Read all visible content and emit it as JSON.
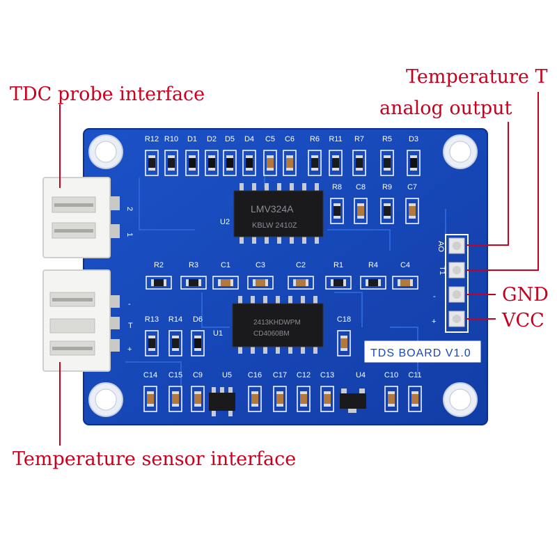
{
  "callouts": {
    "tdc_probe": "TDC probe interface",
    "temp_sensor": "Temperature sensor interface",
    "temp_out_line1": "Temperature T",
    "temp_out_line2": "analog output",
    "gnd": "GND",
    "vcc": "VCC"
  },
  "board": {
    "name": "TDS BOARD V1.0",
    "chip_u2_line1": "LMV324A",
    "chip_u2_line2": "KBLW  2410Z",
    "chip_u1_line1": "2413KHDWPM",
    "chip_u1_line2": "CD4060BM",
    "top_labels": [
      "R12",
      "R10",
      "D1",
      "D2",
      "D5",
      "D4",
      "C5",
      "C6",
      "R6",
      "R11",
      "R7",
      "R5",
      "D3"
    ],
    "row2_labels": [
      "R8",
      "C8",
      "R9",
      "C7"
    ],
    "mid_labels": [
      "R2",
      "R3",
      "C1",
      "C3",
      "C2",
      "R1",
      "R4",
      "C4"
    ],
    "left_labels": [
      "R13",
      "R14",
      "D6",
      "C18"
    ],
    "bottom_labels": [
      "C14",
      "C15",
      "C9",
      "U5",
      "C16",
      "C17",
      "C12",
      "C13",
      "U4",
      "C10",
      "C11"
    ],
    "chip_refs": [
      "U2",
      "U1"
    ],
    "pin_labels": [
      "AO",
      "T1",
      "-",
      "+"
    ],
    "connector_top_pins": [
      "2",
      "1"
    ],
    "connector_bottom_pins": [
      "-",
      "T",
      "+"
    ]
  },
  "colors": {
    "pcb": "#1747b8",
    "callout_red": "#c8001e",
    "silkscreen": "#ffffff"
  }
}
